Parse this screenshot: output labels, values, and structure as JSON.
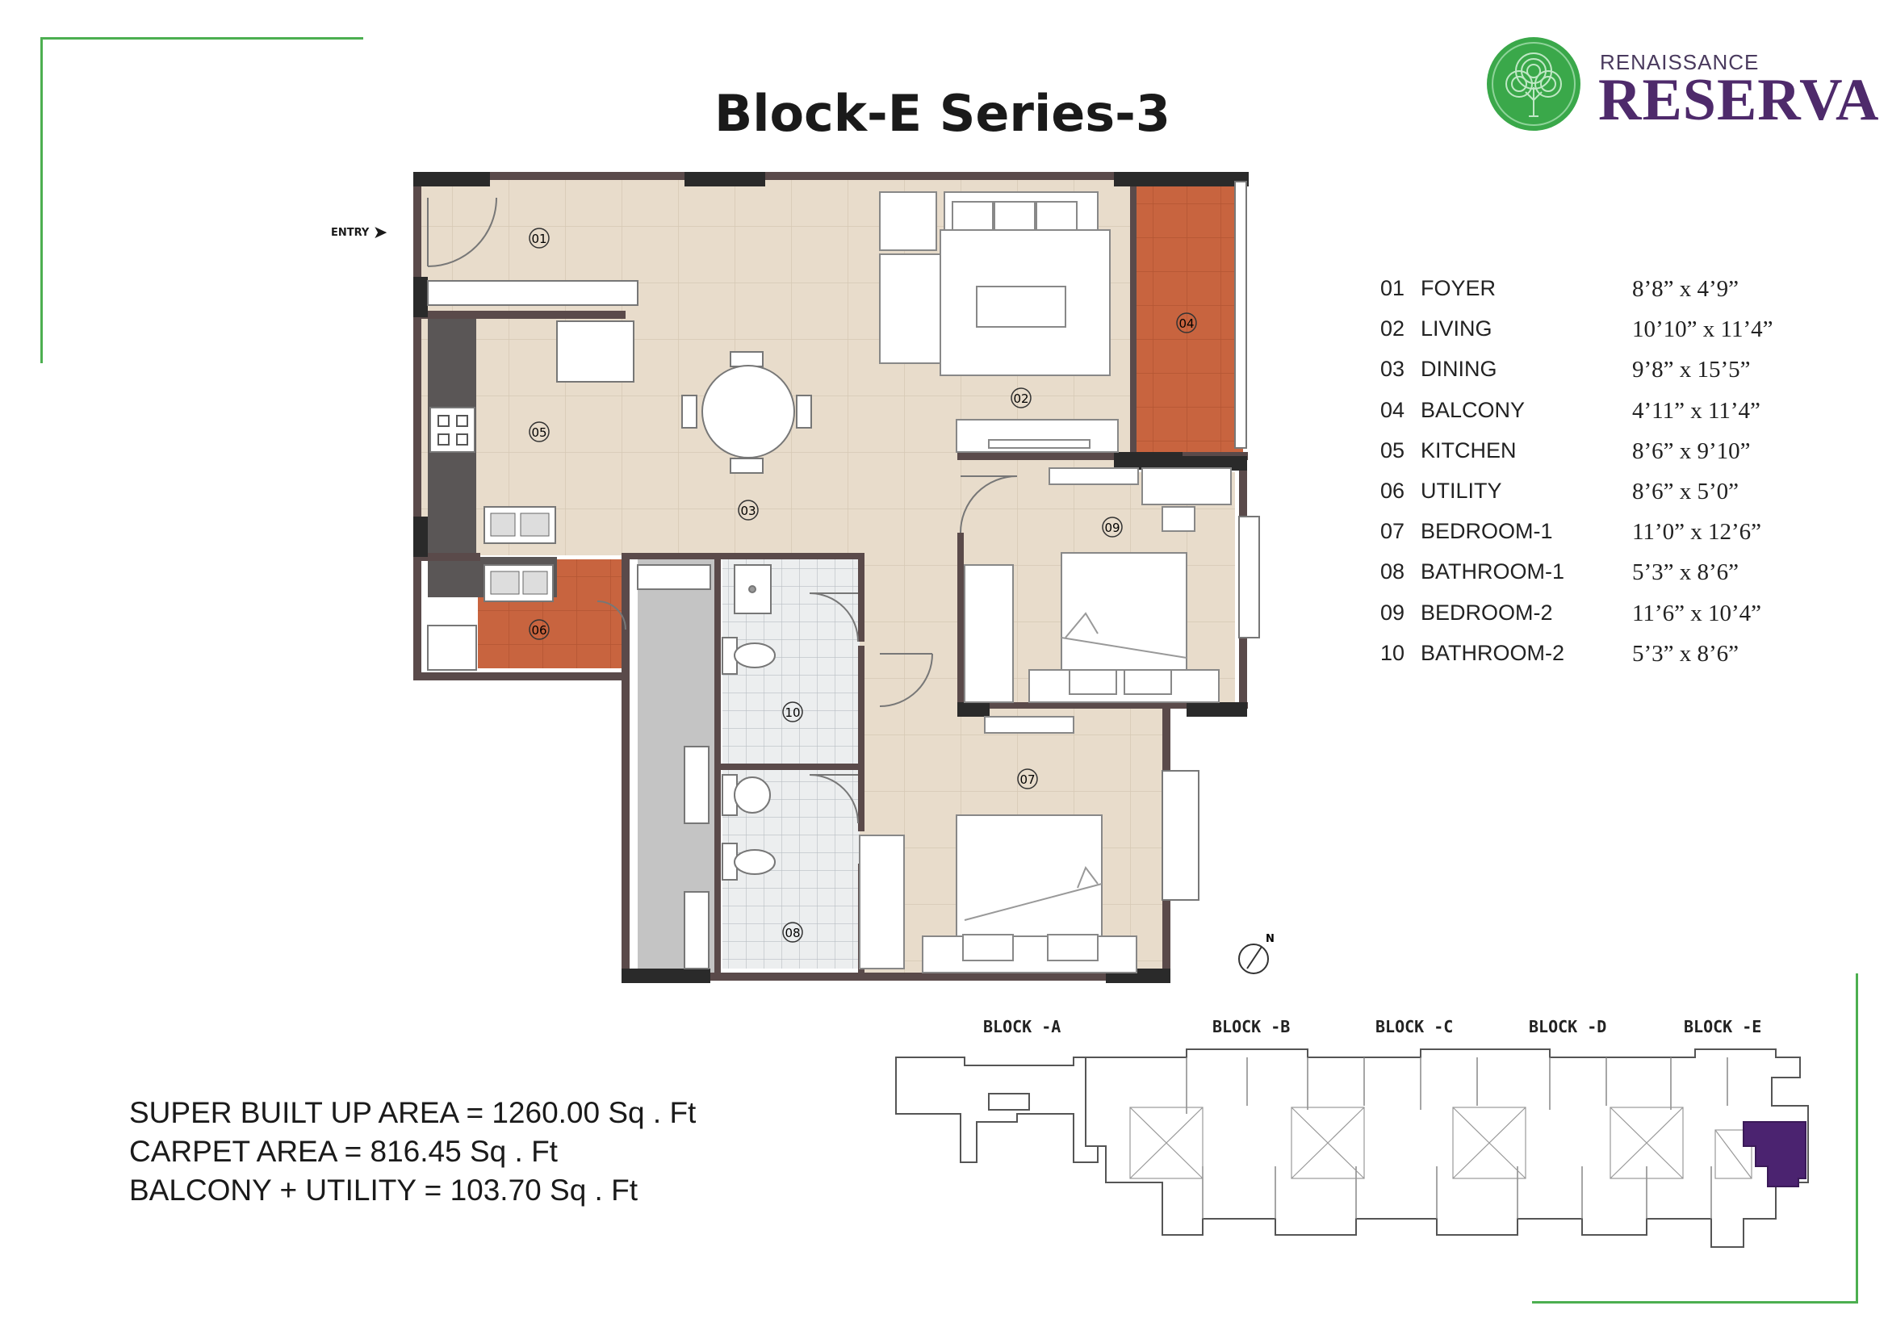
{
  "title": "Block-E Series-3",
  "brand": {
    "subtitle": "RENAISSANCE",
    "name": "RESERVA"
  },
  "entry_label": "ENTRY",
  "north_label": "N",
  "room_tags": [
    "01",
    "02",
    "03",
    "04",
    "05",
    "06",
    "07",
    "08",
    "09",
    "10"
  ],
  "rooms": [
    {
      "num": "01",
      "name": "FOYER",
      "dims": "8’8” x  4’9”"
    },
    {
      "num": "02",
      "name": "LIVING",
      "dims": "10’10” x 11’4”"
    },
    {
      "num": "03",
      "name": "DINING",
      "dims": "9’8” x  15’5”"
    },
    {
      "num": "04",
      "name": "BALCONY",
      "dims": "4’11” x 11’4”"
    },
    {
      "num": "05",
      "name": "KITCHEN",
      "dims": "8’6” x 9’10”"
    },
    {
      "num": "06",
      "name": "UTILITY",
      "dims": "8’6” x 5’0”"
    },
    {
      "num": "07",
      "name": "BEDROOM-1",
      "dims": "11’0” x 12’6”"
    },
    {
      "num": "08",
      "name": "BATHROOM-1",
      "dims": "5’3” x 8’6”"
    },
    {
      "num": "09",
      "name": "BEDROOM-2",
      "dims": "11’6” x 10’4”"
    },
    {
      "num": "10",
      "name": "BATHROOM-2",
      "dims": "5’3” x 8’6”"
    }
  ],
  "areas": [
    "SUPER BUILT UP AREA = 1260.00 Sq . Ft",
    "CARPET AREA = 816.45 Sq . Ft",
    "BALCONY + UTILITY = 103.70 Sq . Ft"
  ],
  "key_plan": {
    "blocks": [
      "BLOCK -A",
      "BLOCK -B",
      "BLOCK -C",
      "BLOCK -D",
      "BLOCK -E"
    ],
    "highlight_color": "#4b2370"
  },
  "colors": {
    "accent_green": "#4caf50",
    "wall": "#5a4a4a",
    "floor": "#e8dccb",
    "balcony": "#c8643f",
    "brand_purple": "#4e2a6b"
  }
}
